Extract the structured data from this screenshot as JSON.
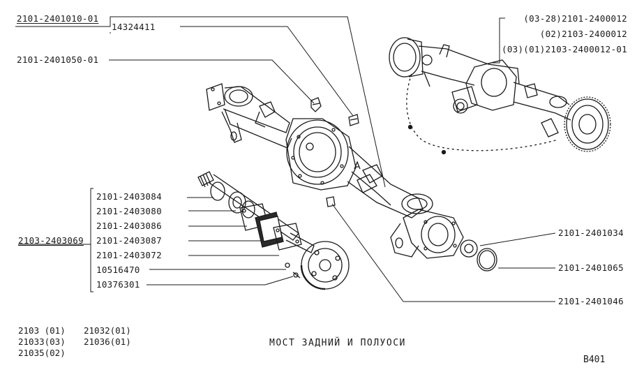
{
  "labels": {
    "top_left_main": "2101-2401010-01",
    "boxed_part": "14324411",
    "breather_part": "2101-2401050-01",
    "axle_assembly_a": "(03-28)2101-2400012",
    "axle_assembly_b": "(02)2103-2400012",
    "axle_assembly_c": "(03)(01)2103-2400012-01",
    "halfshaft_assembly": "2103-2403069",
    "shaft_parts": [
      "2101-2403084",
      "2101-2403080",
      "2101-2403086",
      "2101-2403087",
      "2101-2403072",
      "10516470",
      "10376301"
    ],
    "right_parts": [
      "2101-2401034",
      "2101-2401065",
      "2101-2401046"
    ]
  },
  "models_left": [
    "2103 (01)",
    "21033(03)",
    "21035(02)"
  ],
  "models_right": [
    "21032(01)",
    "21036(01)"
  ],
  "title": "МОСТ ЗАДНИЙ И ПОЛУОСИ",
  "page_code": "B401"
}
